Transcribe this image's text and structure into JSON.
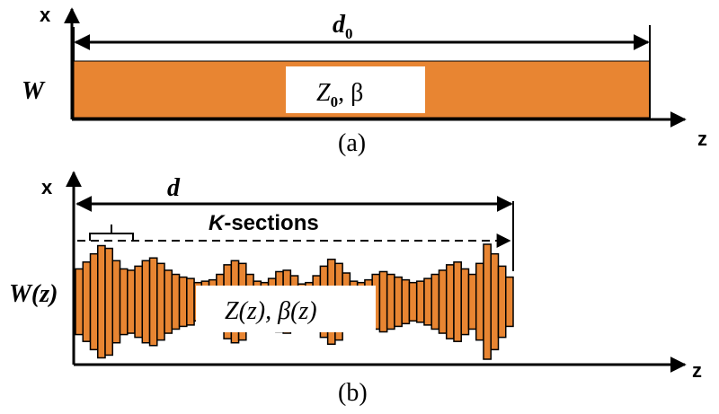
{
  "colors": {
    "strip_fill": "#E88532",
    "bar_fill": "#E88532",
    "line": "#000000",
    "background": "#FFFFFF"
  },
  "panel_a": {
    "axis_x_label": "x",
    "axis_z_label": "z",
    "width_label": "W",
    "length_label_main": "d",
    "length_label_sub": "0",
    "impedance_label_main": "Z",
    "impedance_label_sub": "0",
    "impedance_label_rest": ", β",
    "caption": "(a)"
  },
  "panel_b": {
    "axis_x_label": "x",
    "axis_z_label": "z",
    "width_label": "W(z)",
    "length_label": "d",
    "sections_label_k": "K",
    "sections_label_rest": "-sections",
    "profile_label": "Z(z),  β(z)",
    "caption": "(b)",
    "section_profile": [
      48,
      58,
      70,
      82,
      78,
      60,
      48,
      46,
      52,
      60,
      64,
      56,
      46,
      40,
      36,
      34,
      28,
      30,
      32,
      40,
      54,
      60,
      56,
      40,
      30,
      28,
      34,
      44,
      46,
      38,
      26,
      28,
      38,
      52,
      62,
      56,
      42,
      30,
      28,
      32,
      40,
      44,
      40,
      36,
      32,
      28,
      30,
      34,
      40,
      46,
      54,
      58,
      48,
      40,
      56,
      84,
      70,
      52,
      36
    ]
  }
}
